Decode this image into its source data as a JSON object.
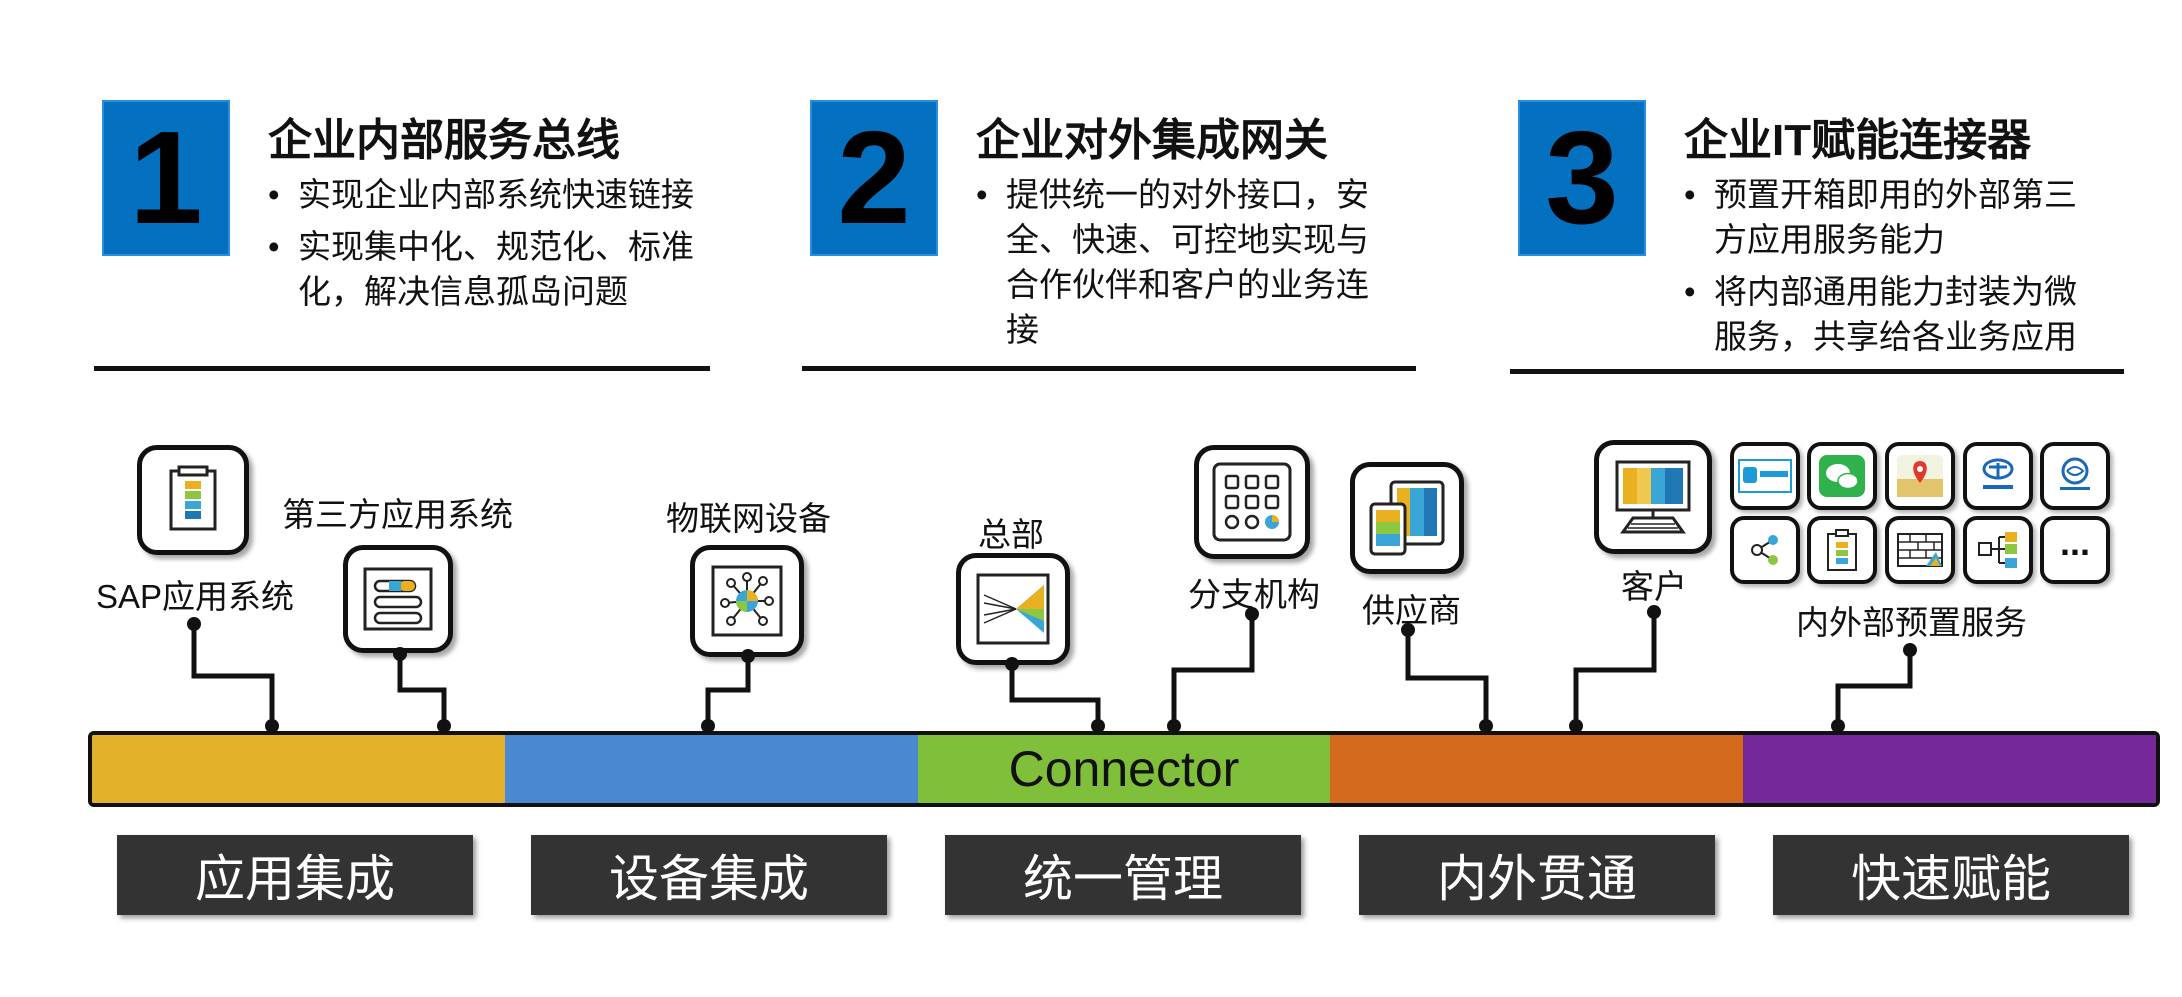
{
  "cards": [
    {
      "number": "1",
      "title": "企业内部服务总线",
      "bullets": [
        "实现企业内部系统快速链接",
        "实现集中化、规范化、标准化，解决信息孤岛问题"
      ]
    },
    {
      "number": "2",
      "title": "企业对外集成网关",
      "bullets": [
        "提供统一的对外接口，安全、快速、可控地实现与合作伙伴和客户的业务连接"
      ]
    },
    {
      "number": "3",
      "title": "企业IT赋能连接器",
      "bullets": [
        "预置开箱即用的外部第三方应用服务能力",
        "将内部通用能力封装为微服务，共享给各业务应用"
      ]
    }
  ],
  "nodes": {
    "sap": "SAP应用系统",
    "third_party": "第三方应用系统",
    "iot": "物联网设备",
    "hq": "总部",
    "branch": "分支机构",
    "supplier": "供应商",
    "customer": "客户",
    "services": "内外部预置服务"
  },
  "bus": {
    "label": "Connector",
    "segment_colors": [
      "#e3b12b",
      "#4a89d2",
      "#7fbf3a",
      "#d46a1c",
      "#74289a"
    ]
  },
  "categories": [
    "应用集成",
    "设备集成",
    "统一管理",
    "内外贯通",
    "快速赋能"
  ],
  "service_icons": [
    "alipay-icon",
    "wechat-icon",
    "maps-icon",
    "china-telecom-icon",
    "china-mobile-icon",
    "share-icon",
    "document-icon",
    "brick-wall-icon",
    "org-chart-icon",
    "more-icon"
  ],
  "more_label": "..."
}
